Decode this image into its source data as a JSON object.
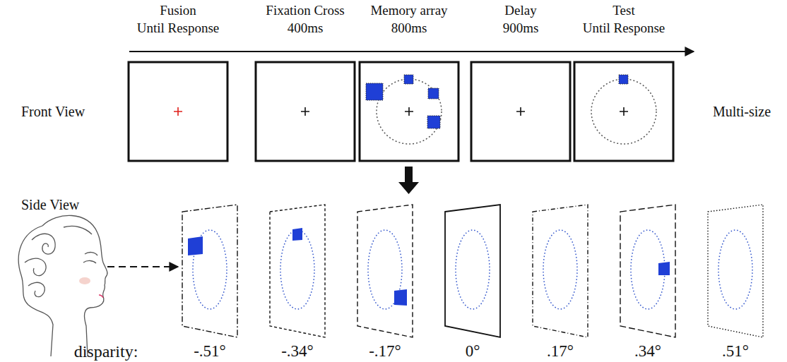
{
  "diagram": {
    "labels": [
      "Fusion",
      "Until Response",
      "Fixation Cross",
      "400ms",
      "Memory array",
      "800ms",
      "Delay",
      "900ms",
      "Test",
      "Until Response",
      "Front View",
      "Multi-size",
      "Side View",
      "disparity:",
      "-.51°",
      "-.34°",
      "-.17°",
      "0°",
      ".17°",
      ".34°",
      ".51°"
    ]
  }
}
